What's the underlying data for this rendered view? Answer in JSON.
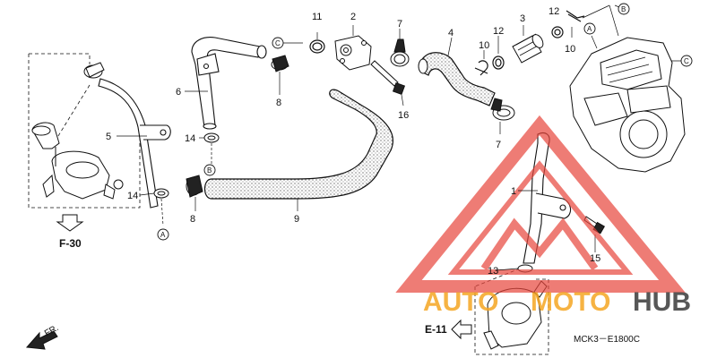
{
  "part_numbers": {
    "p1": "1",
    "p2": "2",
    "p3": "3",
    "p4": "4",
    "p5": "5",
    "p6": "6",
    "p7a": "7",
    "p7b": "7",
    "p8a": "8",
    "p8b": "8",
    "p9": "9",
    "p10a": "10",
    "p10b": "10",
    "p11": "11",
    "p12a": "12",
    "p12b": "12",
    "p13": "13",
    "p14a": "14",
    "p14b": "14",
    "p15": "15",
    "p16": "16"
  },
  "ref_letters": {
    "a": "A",
    "b": "B",
    "c": "C"
  },
  "figure_refs": {
    "f30": "F-30",
    "e11": "E-11",
    "front": "FR."
  },
  "diagram_code": "MCK3－E1800C",
  "watermark": {
    "auto": "AUTO",
    "moto": "MOTO",
    "hub": "HUB",
    "color_accent": "#f5a623",
    "color_triangle": "#e8463c",
    "color_dark": "#3a3a3a"
  }
}
